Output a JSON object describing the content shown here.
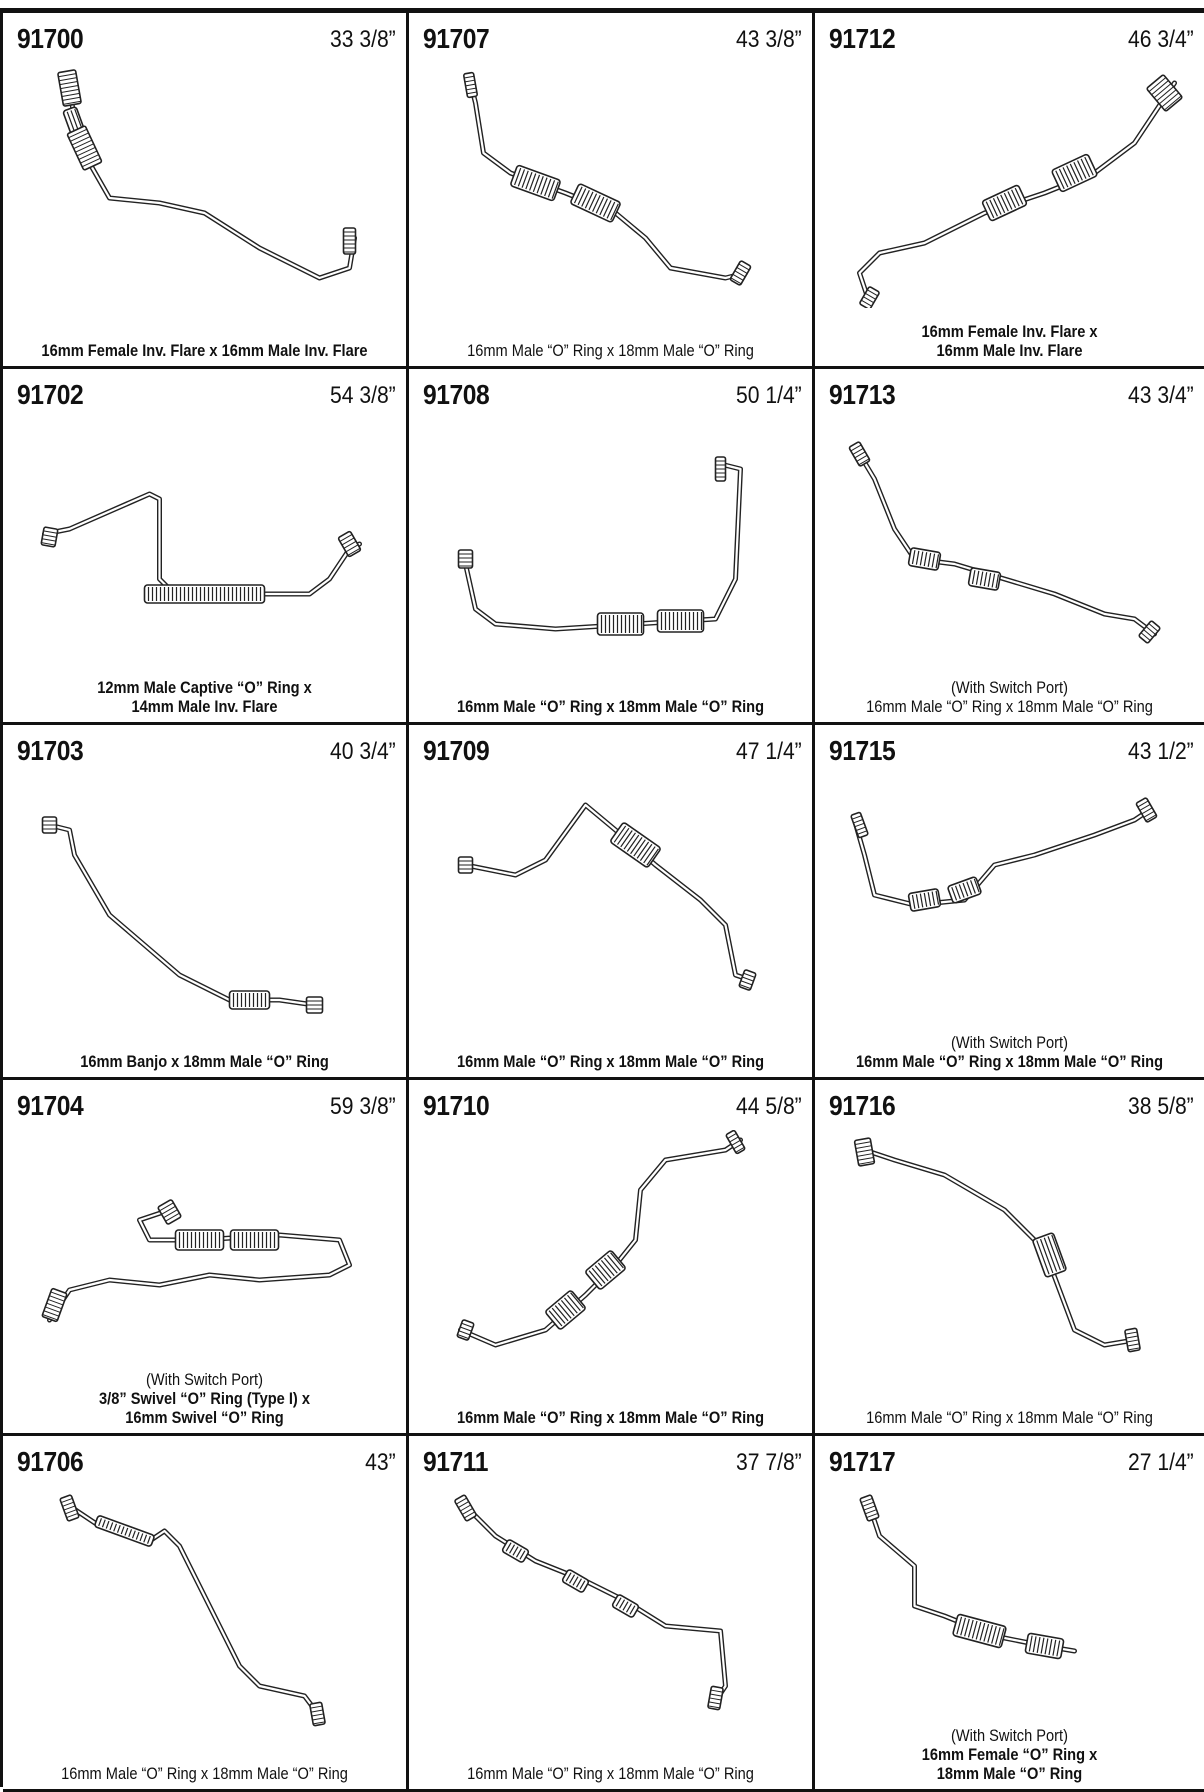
{
  "cells": [
    {
      "pn": "91700",
      "len": "33 3/8”",
      "desc": [
        {
          "t": "16mm Female Inv. Flare x 16mm Male Inv. Flare",
          "b": true
        }
      ]
    },
    {
      "pn": "91707",
      "len": "43 3/8”",
      "desc": [
        {
          "t": "16mm Male “O” Ring x 18mm Male “O” Ring",
          "b": false
        }
      ]
    },
    {
      "pn": "91712",
      "len": "46 3/4”",
      "desc": [
        {
          "t": "16mm Female  Inv. Flare x",
          "b": true
        },
        {
          "t": "16mm Male Inv. Flare",
          "b": true
        }
      ]
    },
    {
      "pn": "91702",
      "len": "54 3/8”",
      "desc": [
        {
          "t": "12mm Male Captive “O” Ring x",
          "b": true
        },
        {
          "t": "14mm Male Inv. Flare",
          "b": true
        }
      ]
    },
    {
      "pn": "91708",
      "len": "50 1/4”",
      "desc": [
        {
          "t": "16mm Male  “O” Ring x 18mm Male “O” Ring",
          "b": true
        }
      ]
    },
    {
      "pn": "91713",
      "len": "43 3/4”",
      "desc": [
        {
          "t": "(With Switch Port)",
          "b": false
        },
        {
          "t": "16mm Male “O” Ring x 18mm Male “O” Ring",
          "b": false
        }
      ]
    },
    {
      "pn": "91703",
      "len": "40 3/4”",
      "desc": [
        {
          "t": "16mm Banjo x 18mm Male “O” Ring",
          "b": true
        }
      ]
    },
    {
      "pn": "91709",
      "len": "47 1/4”",
      "desc": [
        {
          "t": "16mm Male “O” Ring x 18mm Male “O” Ring",
          "b": true
        }
      ]
    },
    {
      "pn": "91715",
      "len": "43 1/2”",
      "desc": [
        {
          "t": "(With Switch Port)",
          "b": false
        },
        {
          "t": "16mm Male “O” Ring x 18mm Male “O” Ring",
          "b": true
        }
      ]
    },
    {
      "pn": "91704",
      "len": "59 3/8”",
      "desc": [
        {
          "t": "(With Switch Port)",
          "b": false
        },
        {
          "t": "3/8” Swivel “O” Ring (Type I) x",
          "b": true
        },
        {
          "t": "16mm Swivel “O” Ring",
          "b": true
        }
      ]
    },
    {
      "pn": "91710",
      "len": "44 5/8”",
      "desc": [
        {
          "t": "16mm Male  “O” Ring x 18mm Male “O” Ring",
          "b": true
        }
      ]
    },
    {
      "pn": "91716",
      "len": "38 5/8”",
      "desc": [
        {
          "t": "16mm Male “O” Ring x 18mm Male “O” Ring",
          "b": false
        }
      ]
    },
    {
      "pn": "91706",
      "len": "43”",
      "desc": [
        {
          "t": "16mm Male “O” Ring x 18mm Male “O” Ring",
          "b": false
        }
      ]
    },
    {
      "pn": "91711",
      "len": "37 7/8”",
      "desc": [
        {
          "t": "16mm Male “O” Ring x 18mm Male “O” Ring",
          "b": false
        }
      ]
    },
    {
      "pn": "91717",
      "len": "27 1/4”",
      "desc": [
        {
          "t": "(With Switch Port)",
          "b": false
        },
        {
          "t": "16mm Female “O” Ring x",
          "b": true
        },
        {
          "t": "18mm Male “O” Ring",
          "b": true
        }
      ]
    }
  ]
}
